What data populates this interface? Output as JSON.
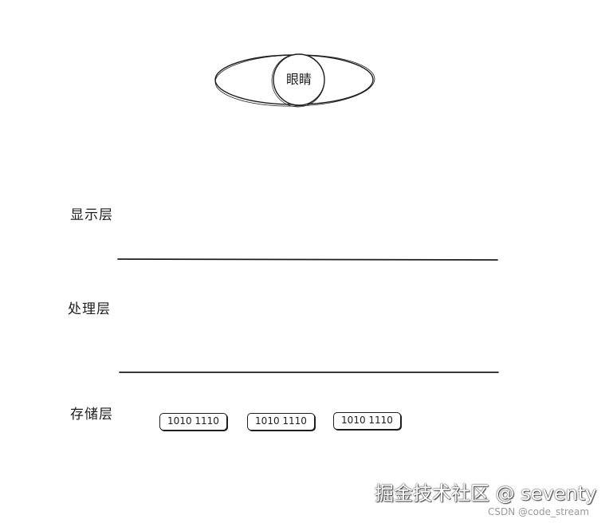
{
  "eye": {
    "label": "眼睛"
  },
  "layers": {
    "display": "显示层",
    "process": "处理层",
    "storage": "存储层"
  },
  "storage_blocks": [
    "1010 1110",
    "1010 1110",
    "1010 1110"
  ],
  "watermark": {
    "main": "掘金技术社区 @ seventy",
    "sub": "CSDN @code_stream"
  },
  "colors": {
    "stroke": "#1e1e1e",
    "background": "#ffffff",
    "watermark_sub": "#9a9a9a"
  }
}
